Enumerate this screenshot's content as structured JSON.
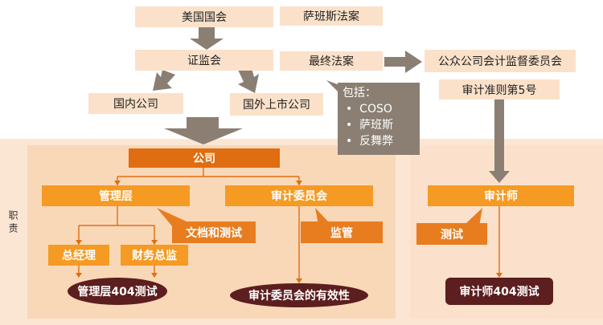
{
  "nodes": {
    "us_congress": "美国国会",
    "sox_act": "萨班斯法案",
    "sec": "证监会",
    "final_act": "最终法案",
    "pcaob": "公众公司会计监督委员会",
    "audit_standard": "审计准则第5号",
    "domestic_company": "国内公司",
    "foreign_listed": "国外上市公司",
    "includes_title": "包括：",
    "includes_items": [
      "COSO",
      "萨班斯",
      "反舞弊"
    ],
    "company": "公司",
    "management": "管理层",
    "audit_committee": "审计委员会",
    "auditor": "审计师",
    "doc_test": "文档和测试",
    "supervise": "监管",
    "test": "测试",
    "gm": "总经理",
    "cfo": "财务总监",
    "mgmt_404": "管理层404测试",
    "committee_effect": "审计委员会的有效性",
    "auditor_404": "审计师404测试",
    "side_label": "职责"
  },
  "colors": {
    "light": "#fbe1ca",
    "orange": "#f59a23",
    "dark_orange": "#e06d12",
    "maroon": "#5c1e1e",
    "grey_arrow": "#8a7f72"
  }
}
